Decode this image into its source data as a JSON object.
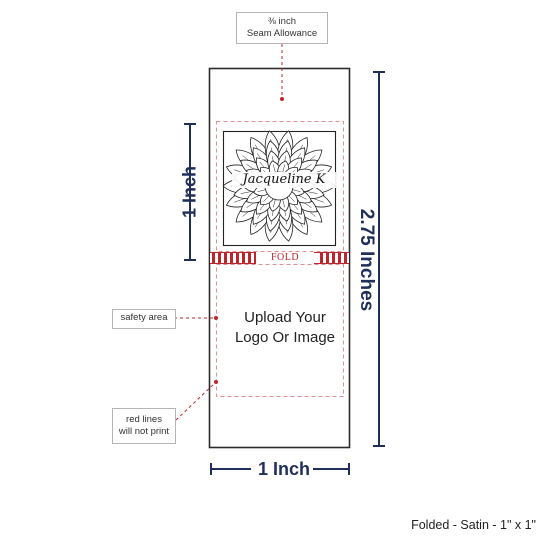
{
  "callouts": {
    "seam_allowance": {
      "line1": "⅜ inch",
      "line2": "Seam Allowance"
    },
    "safety_area": "safety area",
    "red_lines": {
      "line1": "red lines",
      "line2": "will not print"
    }
  },
  "dimensions": {
    "height_label": "2.75 Inches",
    "left_label": "1 Inch",
    "bottom_label": "1 Inch"
  },
  "label_area": {
    "fold_text": "FOLD",
    "sample_name": "Jacqueline K",
    "upload_line1": "Upload Your",
    "upload_line2": "Logo Or Image"
  },
  "footer": {
    "caption": "Folded - Satin - 1\" x 1\""
  },
  "colors": {
    "outline": "#2b2b2b",
    "guide_red": "#c0252b",
    "safety_dash": "#e08f93",
    "dimension_navy": "#1f2f5a"
  },
  "icons": [
    "dahlia-flower-illustration"
  ]
}
